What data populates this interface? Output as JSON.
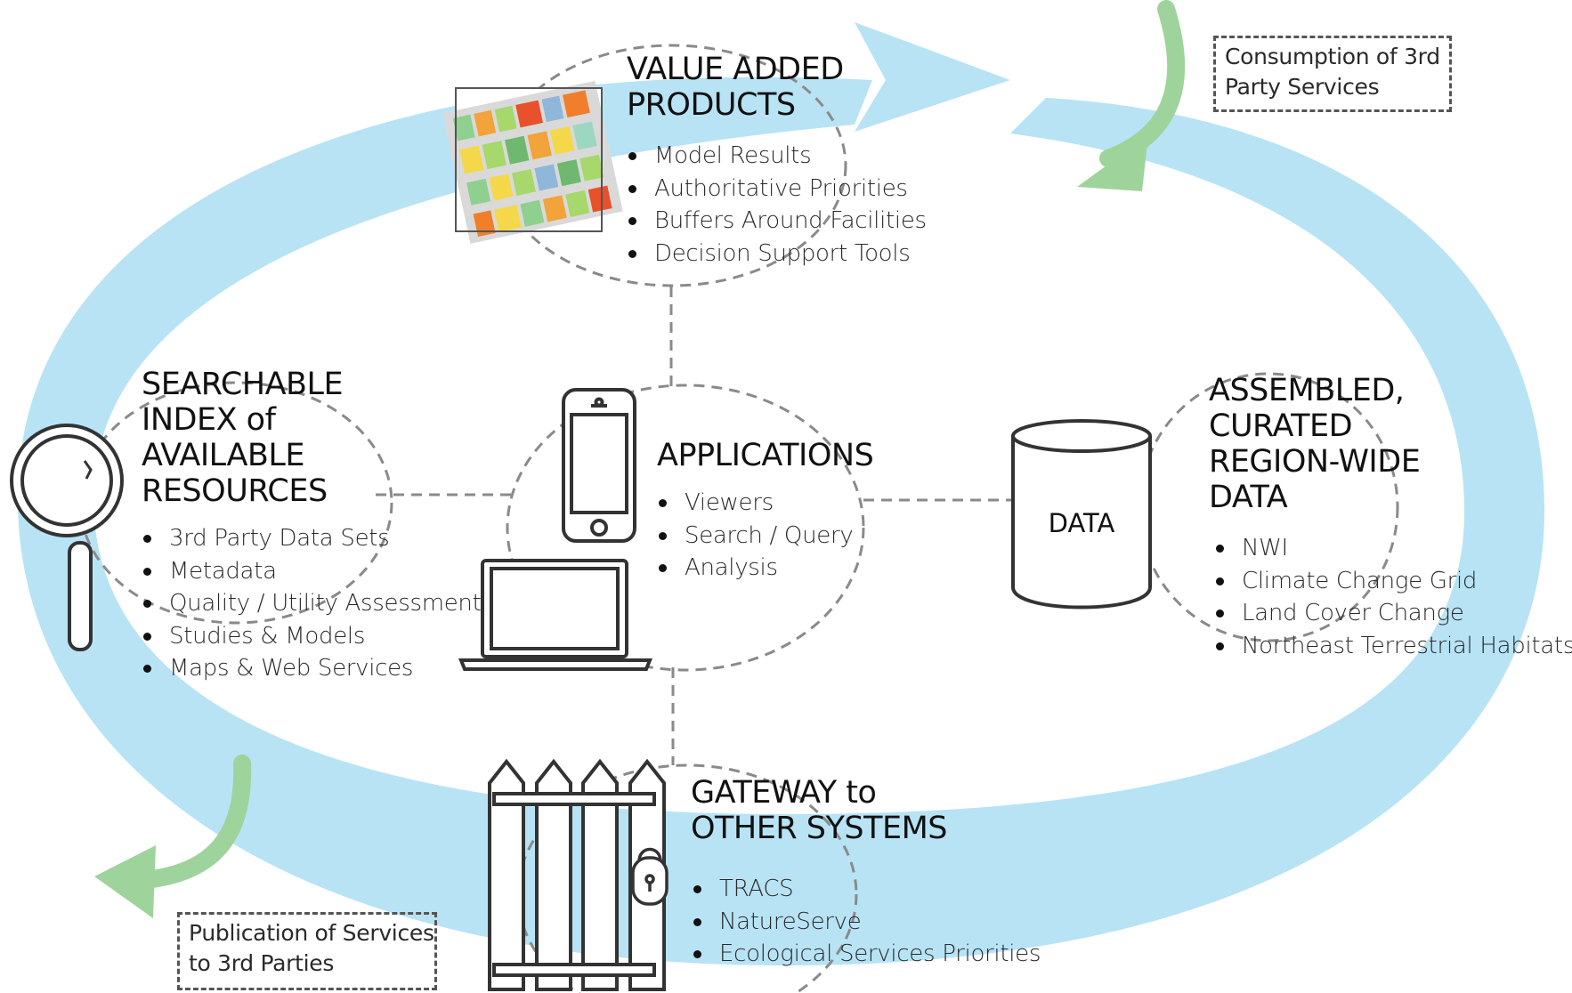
{
  "colors": {
    "flow_arrow": "#b8e3f5",
    "green_arrow": "#9fd39c",
    "outline": "#333333",
    "dashed": "#8a8a8a"
  },
  "icons": [
    "magnifier-icon",
    "smartphone-icon",
    "laptop-icon",
    "database-cylinder-icon",
    "map-thumbnail-icon",
    "fence-gate-icon",
    "padlock-icon"
  ],
  "value_added": {
    "title_lines": [
      "VALUE ADDED",
      "PRODUCTS"
    ],
    "items": [
      "Model Results",
      "Authoritative Priorities",
      "Buffers Around Facilities",
      "Decision Support Tools"
    ]
  },
  "searchable": {
    "title_lines": [
      "SEARCHABLE",
      "INDEX of",
      "AVAILABLE",
      "RESOURCES"
    ],
    "items": [
      "3rd Party Data Sets",
      "Metadata",
      "Quality / Utility Assessment",
      "Studies & Models",
      "Maps & Web Services"
    ]
  },
  "applications": {
    "title": "APPLICATIONS",
    "items": [
      "Viewers",
      "Search / Query",
      "Analysis"
    ]
  },
  "assembled": {
    "title_lines": [
      "ASSEMBLED,",
      "CURATED",
      "REGION-WIDE",
      "DATA"
    ],
    "data_label": "DATA",
    "items": [
      "NWI",
      "Climate Change Grid",
      "Land Cover Change",
      "Northeast Terrestrial Habitats"
    ]
  },
  "gateway": {
    "title_lines": [
      "GATEWAY to",
      "OTHER SYSTEMS"
    ],
    "items": [
      "TRACS",
      "NatureServe",
      "Ecological Services Priorities"
    ]
  },
  "notes": {
    "consumption": [
      "Consumption of 3rd",
      "Party Services"
    ],
    "publication": [
      "Publication of Services",
      "to 3rd Parties"
    ]
  }
}
